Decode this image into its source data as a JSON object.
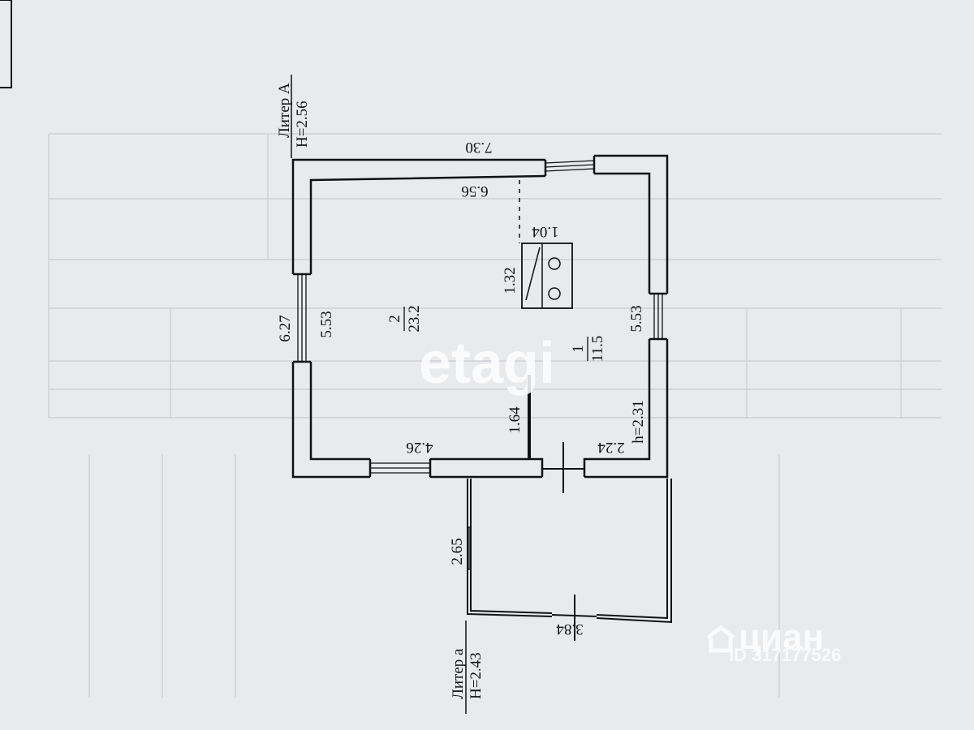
{
  "plan": {
    "litera_main": {
      "label": "Литер А",
      "height": "H=2.56"
    },
    "litera_ext": {
      "label": "Литер а",
      "height": "H=2.43"
    },
    "dimensions": {
      "outer_width": "7.30",
      "inner_width": "6.56",
      "outer_left": "6.27",
      "inner_left": "5.53",
      "inner_right": "5.53",
      "bottom_left": "4.26",
      "bottom_right": "2.24",
      "partition": "1.64",
      "stove_w": "1.04",
      "stove_h": "1.32",
      "ceiling_h": "h=2.31",
      "ext_side": "2.65",
      "ext_bottom": "3.84"
    },
    "rooms": [
      {
        "number": "2",
        "area": "23.2"
      },
      {
        "number": "1",
        "area": "11.5"
      }
    ]
  },
  "watermarks": {
    "etagi": "etagi",
    "cian": "циан",
    "cian_id": "ID 317177526"
  }
}
